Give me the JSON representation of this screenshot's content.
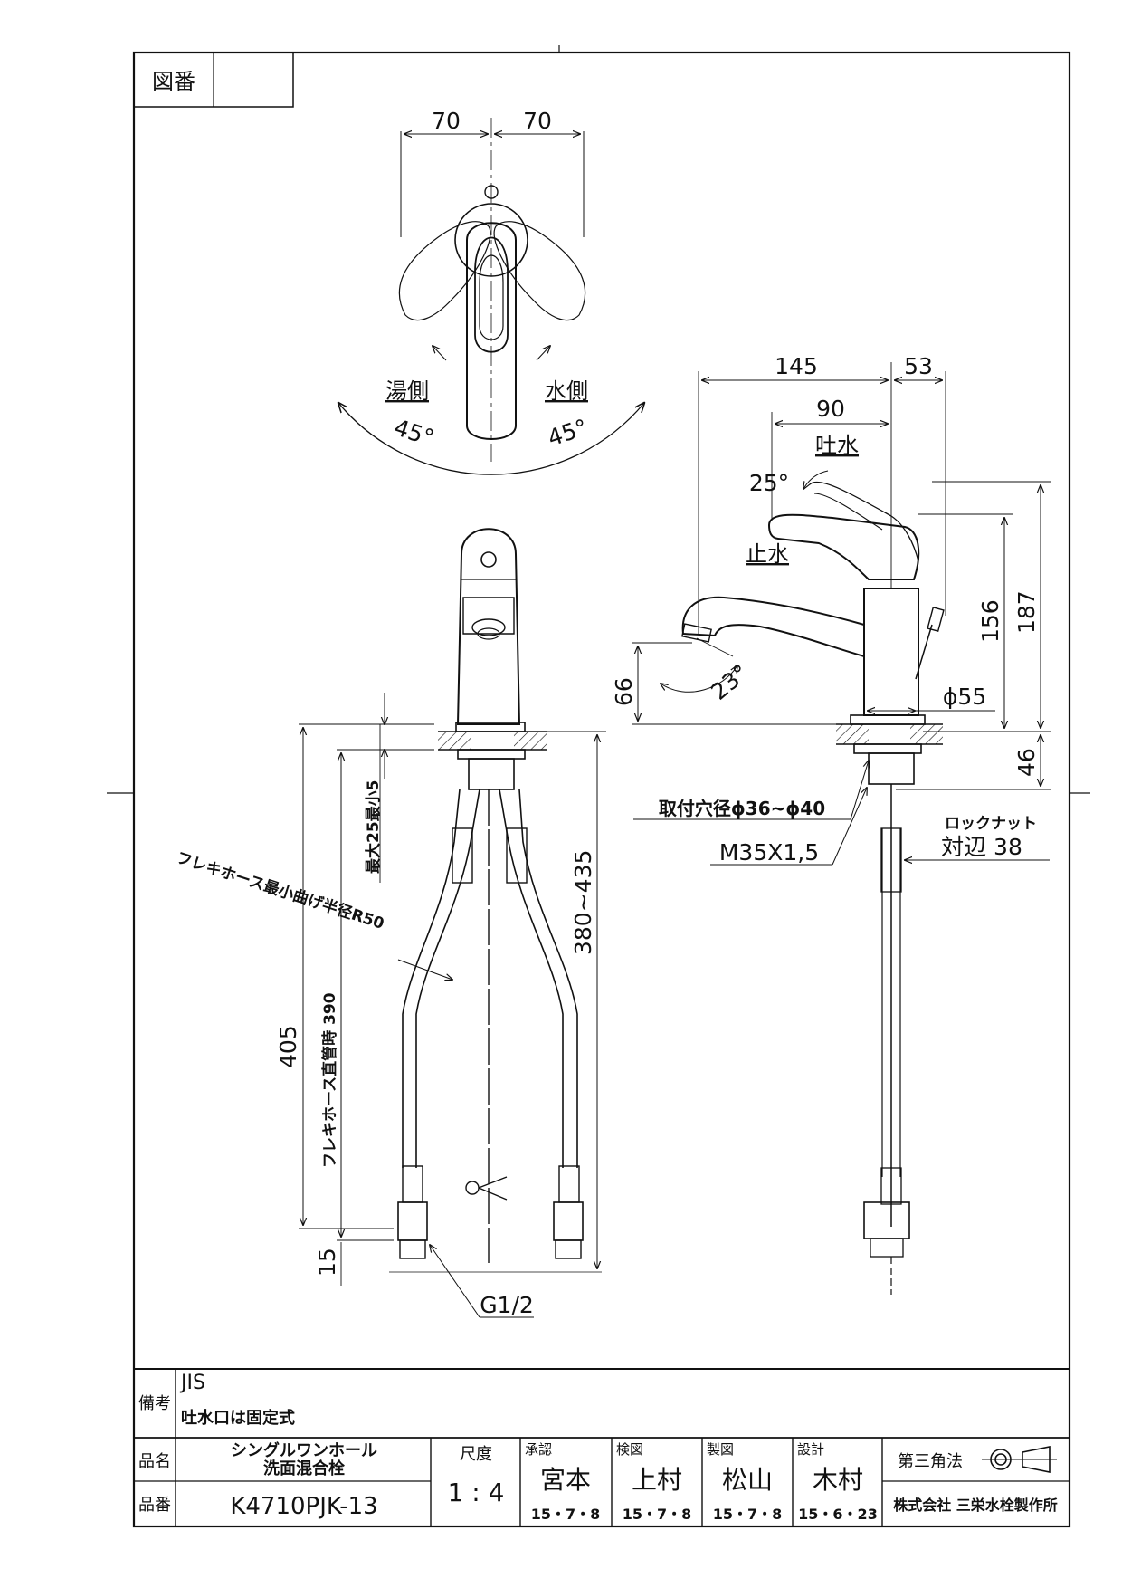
{
  "sheet": {
    "drawing_no_label": "図番",
    "drawing_no_value": ""
  },
  "top_view": {
    "dim_left": "70",
    "dim_right": "70",
    "hot_side": "湯側",
    "cold_side": "水側",
    "angle_left": "45°",
    "angle_right": "45°"
  },
  "side_view": {
    "dim_145": "145",
    "dim_53": "53",
    "dim_90": "90",
    "spout_label": "吐水",
    "stop_label": "止水",
    "angle_lever": "25°",
    "angle_spout": "23°",
    "dim_156": "156",
    "dim_187": "187",
    "dim_66": "66",
    "dia_55": "ϕ55",
    "dim_46": "46",
    "mount_hole": "取付穴径ϕ36~ϕ40",
    "thread": "M35X1,5",
    "locknut": "ロックナット",
    "locknut_size": "対辺 38"
  },
  "front_view": {
    "max_min": "最大25最小5",
    "hose_radius": "フレキホース最小曲げ半径R50",
    "dim_405": "405",
    "hose_length": "フレキホース直管時 390",
    "dim_380_435": "380~435",
    "dim_15": "15",
    "connection": "G1/2"
  },
  "title_block": {
    "remarks_label": "備考",
    "remarks_line1": "JIS",
    "remarks_line2": "吐水口は固定式",
    "name_label": "品名",
    "product_name_line1": "シングルワンホール",
    "product_name_line2": "洗面混合栓",
    "number_label": "品番",
    "product_number": "K4710PJK-13",
    "scale_label": "尺度",
    "scale_value": "1 : 4",
    "approved_label": "承認",
    "approved_name": "宮本",
    "approved_date": "15・7・8",
    "checked_label": "検図",
    "checked_name": "上村",
    "checked_date": "15・7・8",
    "drawn_label": "製図",
    "drawn_name": "松山",
    "drawn_date": "15・7・8",
    "design_label": "設計",
    "design_name": "木村",
    "design_date": "15・6・23",
    "projection": "第三角法",
    "company": "株式会社 三栄水栓製作所"
  }
}
